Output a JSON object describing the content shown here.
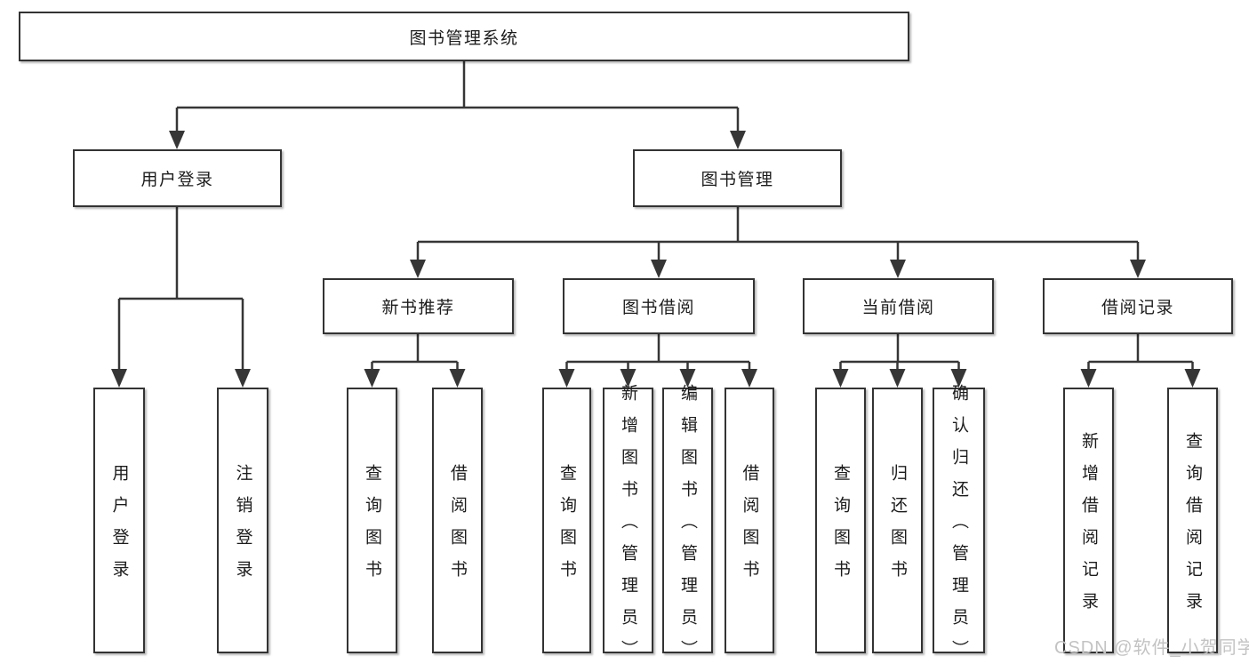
{
  "diagram": {
    "root_label": "图书管理系统",
    "branches": [
      {
        "label": "用户登录",
        "children": [
          "用户登录",
          "注销登录"
        ]
      },
      {
        "label": "图书管理",
        "sections": [
          {
            "label": "新书推荐",
            "children": [
              "查询图书",
              "借阅图书"
            ]
          },
          {
            "label": "图书借阅",
            "children": [
              "查询图书",
              "新增图书（管理员）",
              "编辑图书（管理员）",
              "借阅图书"
            ]
          },
          {
            "label": "当前借阅",
            "children": [
              "查询图书",
              "归还图书",
              "确认归还（管理员）"
            ]
          },
          {
            "label": "借阅记录",
            "children": [
              "新增借阅记录",
              "查询借阅记录"
            ]
          }
        ]
      }
    ]
  },
  "watermark": {
    "text": "CSDN @软件_小贺同学"
  },
  "colors": {
    "line": "#363636",
    "border": "#333333",
    "text": "#1c1c1c",
    "watermark": "#c3c3c3",
    "background": "#ffffff"
  }
}
